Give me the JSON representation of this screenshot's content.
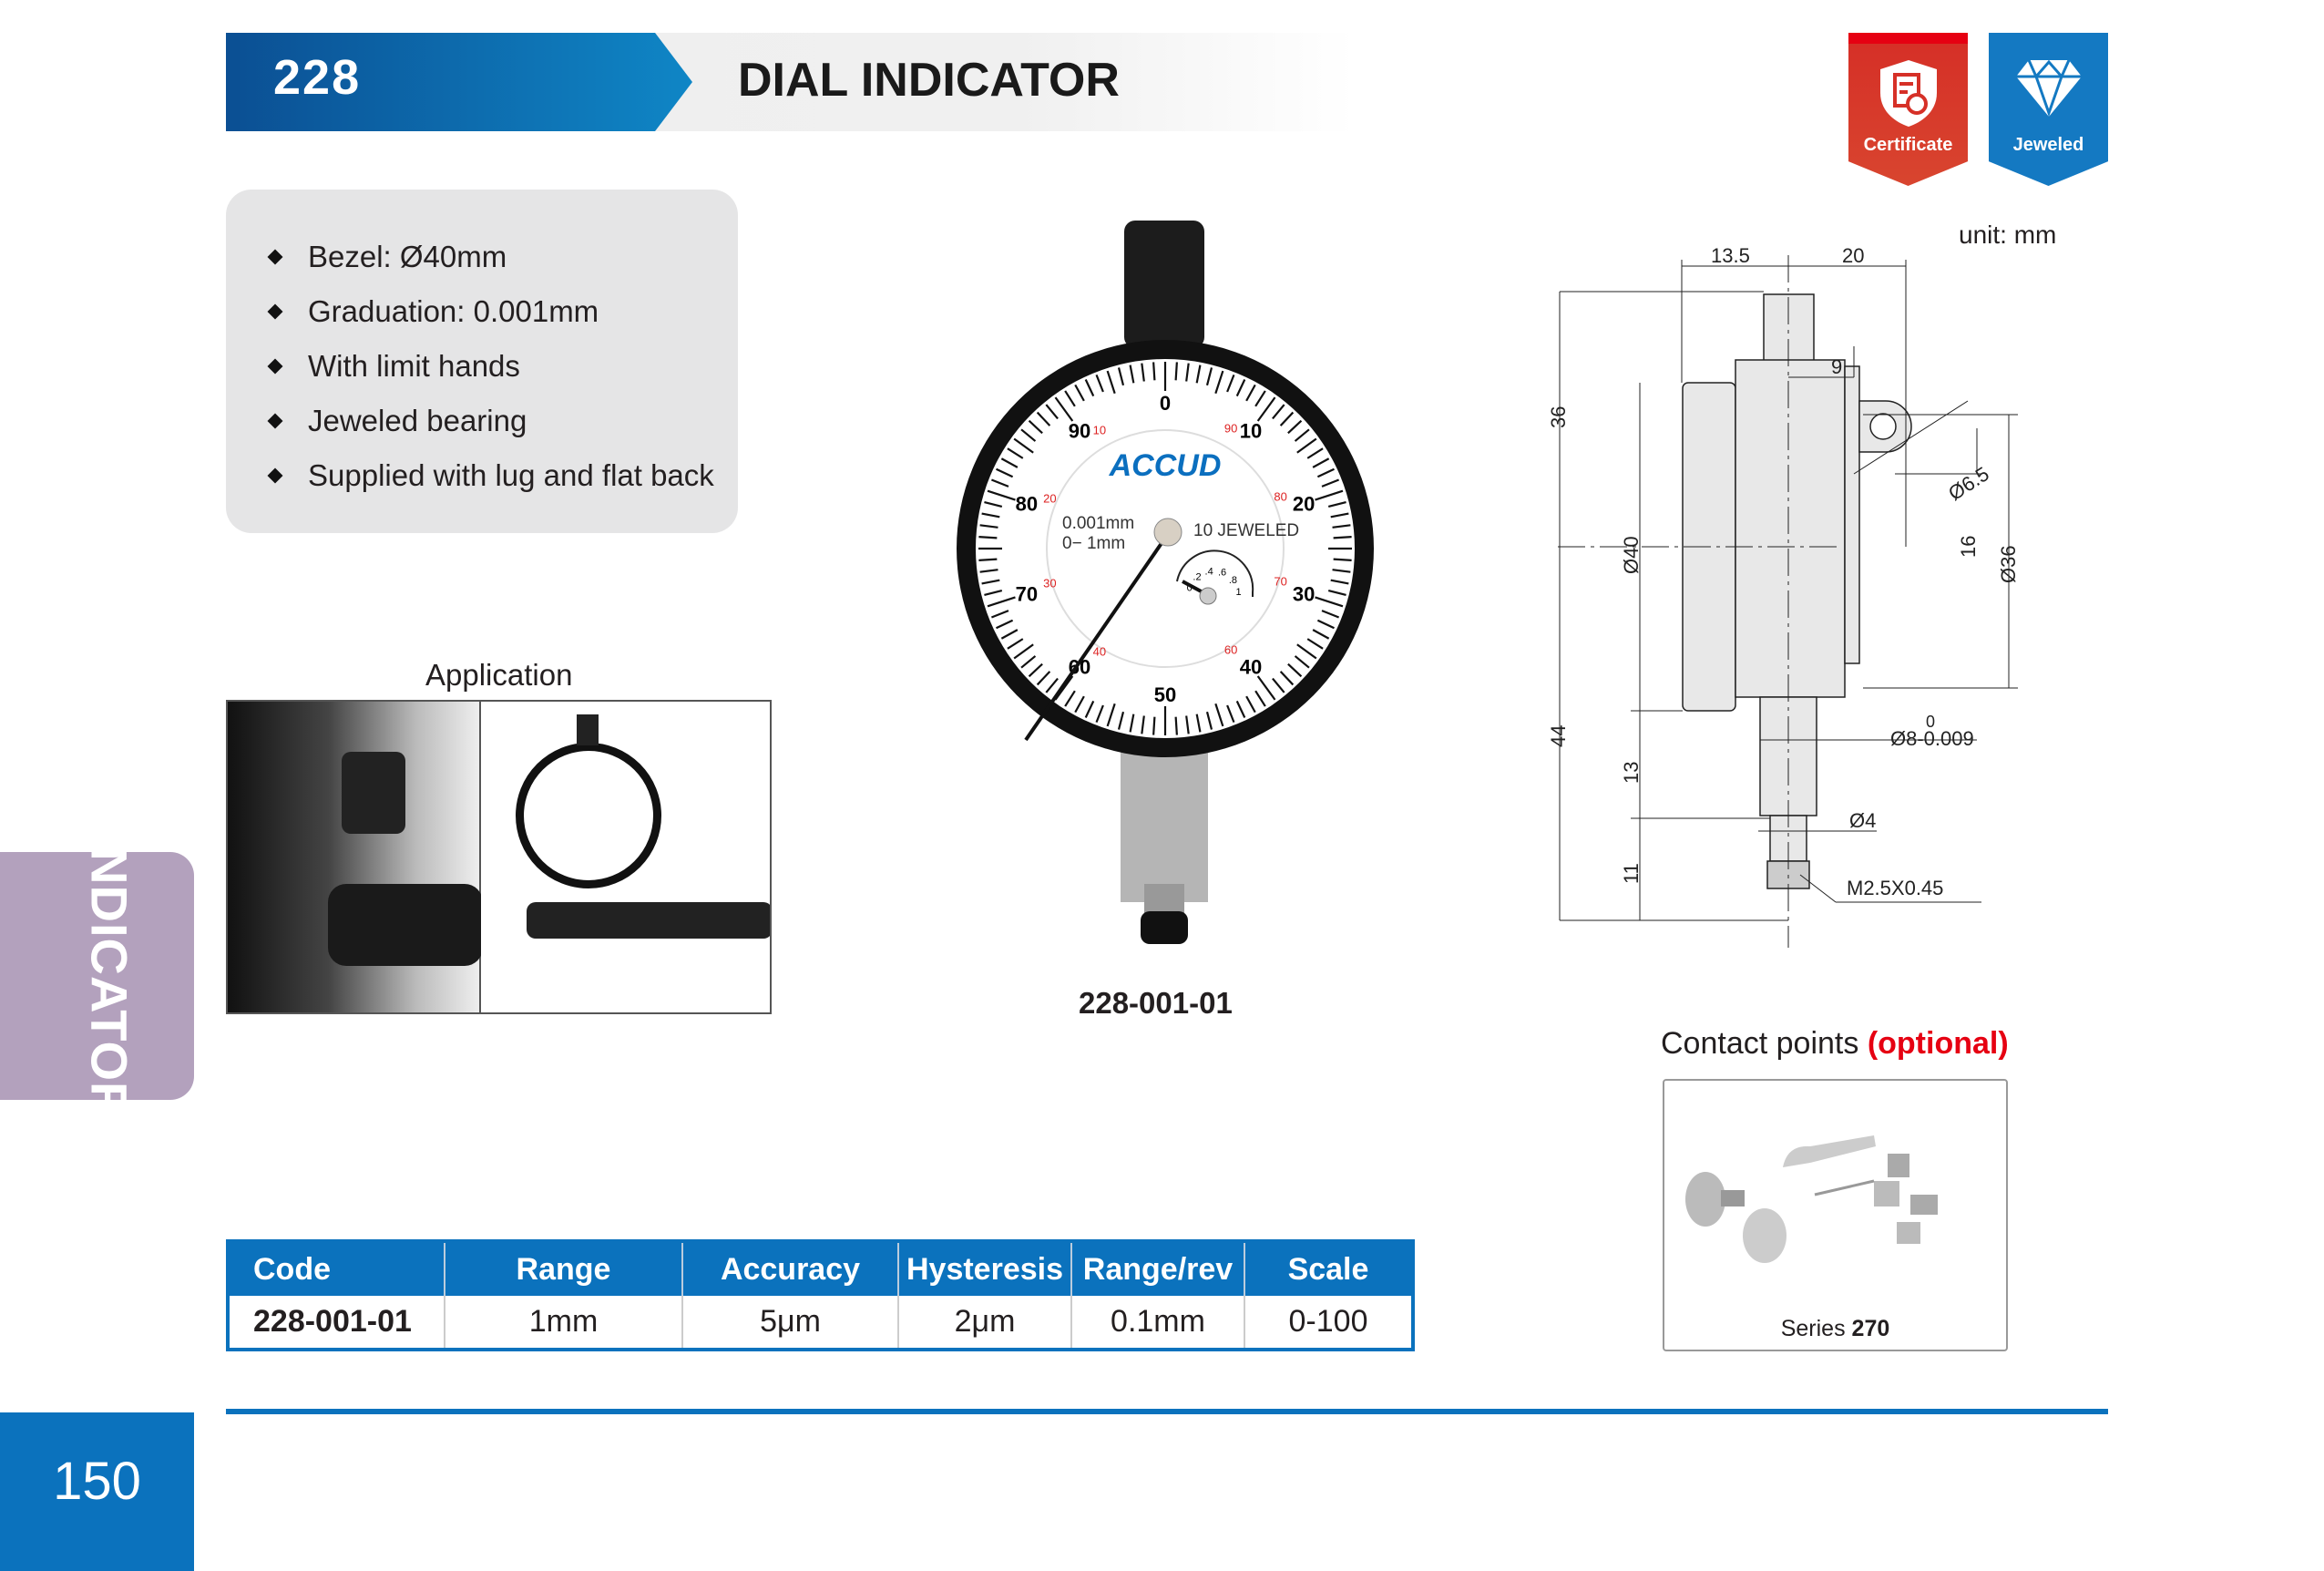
{
  "header": {
    "number": "228",
    "title": "DIAL INDICATOR"
  },
  "badges": [
    {
      "label": "Certificate",
      "icon": "certificate-shield-icon",
      "color": "#d8372a"
    },
    {
      "label": "Jeweled",
      "icon": "diamond-icon",
      "color": "#1479c2"
    }
  ],
  "features": [
    "Bezel: Ø40mm",
    "Graduation: 0.001mm",
    "With limit hands",
    "Jeweled bearing",
    "Supplied with lug and flat back"
  ],
  "application": {
    "label": "Application"
  },
  "product": {
    "caption": "228-001-01",
    "dial": {
      "brand": "ACCUD",
      "grad": "0.001mm",
      "range": "0− 1mm",
      "jewels": "10 JEWELED",
      "main_numbers": [
        "0",
        "10",
        "20",
        "30",
        "40",
        "50",
        "60",
        "70",
        "80",
        "90"
      ],
      "red_numbers": [
        "10",
        "20",
        "30",
        "40",
        "60",
        "70",
        "80",
        "90"
      ],
      "sub_numbers": [
        "0",
        ".2",
        ".4",
        ".6",
        ".8",
        "1"
      ]
    }
  },
  "drawing": {
    "unit": "unit: mm",
    "dims": [
      "13.5",
      "20",
      "9",
      "36",
      "44",
      "Ø40",
      "13",
      "11",
      "Ø6.5",
      "16",
      "Ø36",
      "0",
      "Ø8-0.009",
      "Ø4",
      "M2.5X0.45"
    ]
  },
  "contact_points": {
    "label": "Contact points",
    "optional": "(optional)",
    "series_prefix": "Series",
    "series_num": "270"
  },
  "side_tab": "INDICATOR",
  "table": {
    "headers": [
      "Code",
      "Range",
      "Accuracy",
      "Hysteresis",
      "Range/rev",
      "Scale"
    ],
    "rows": [
      [
        "228-001-01",
        "1mm",
        "5μm",
        "2μm",
        "0.1mm",
        "0-100"
      ]
    ]
  },
  "page_number": "150",
  "colors": {
    "brand_blue": "#0b72bd",
    "side_tab": "#b3a1bd",
    "accent_red": "#e60012"
  }
}
